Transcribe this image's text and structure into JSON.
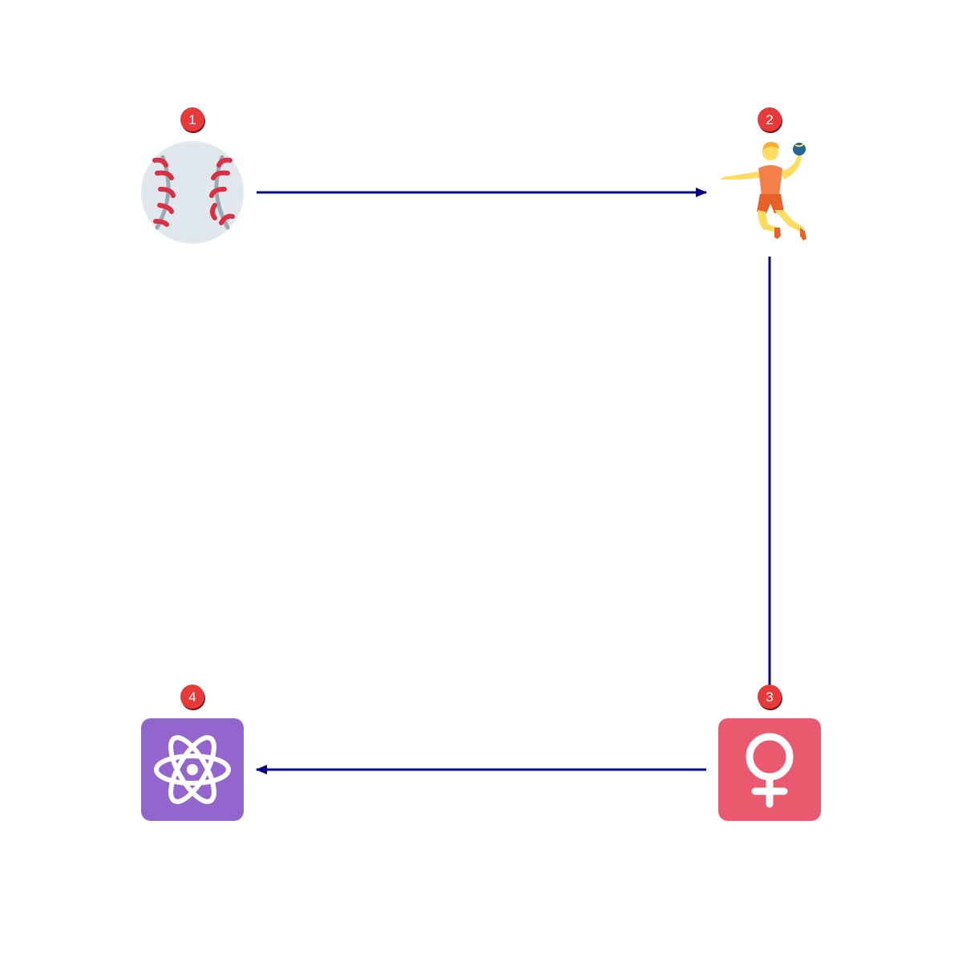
{
  "colors": {
    "connector": "#00008b",
    "badge_fill": "#e83a3a",
    "badge_shadow": "#7a1414",
    "baseball_ball": "#e1e8ed",
    "baseball_seam_grey": "#99aab5",
    "baseball_stitch": "#dd2e44",
    "handball_shirt": "#f4804a",
    "handball_shorts": "#e95f28",
    "handball_skin": "#ffdc5d",
    "handball_hair": "#ffac33",
    "handball_ball": "#226699",
    "female_sign_bg": "#ea596e",
    "atom_bg": "#9266cc",
    "symbol_white": "#ffffff"
  },
  "nodes": [
    {
      "id": "1",
      "badge": "1",
      "icon": "baseball-icon"
    },
    {
      "id": "2",
      "badge": "2",
      "icon": "person-playing-handball-icon"
    },
    {
      "id": "3",
      "badge": "3",
      "icon": "female-sign-icon"
    },
    {
      "id": "4",
      "badge": "4",
      "icon": "atom-symbol-icon"
    }
  ],
  "edges": [
    {
      "from": "1",
      "to": "2",
      "arrow": true
    },
    {
      "from": "2",
      "to": "3",
      "arrow": false
    },
    {
      "from": "3",
      "to": "4",
      "arrow": true
    }
  ]
}
